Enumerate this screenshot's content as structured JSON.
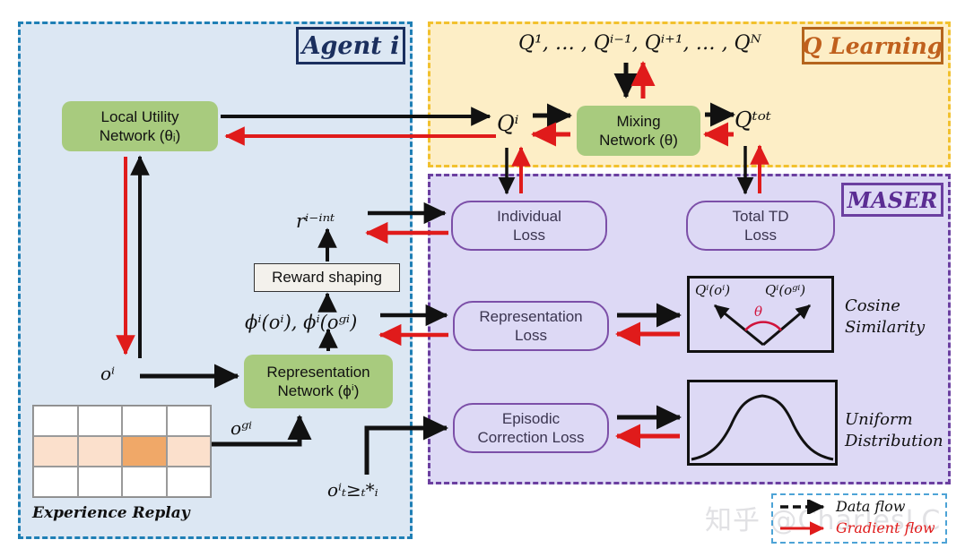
{
  "panels": {
    "agent": {
      "title": "Agent i",
      "color": "#1f7fb5",
      "bg": "#dce7f3"
    },
    "qlearning": {
      "title": "Q Learning",
      "color": "#f2c12e",
      "bg": "#fdeec6"
    },
    "maser": {
      "title": "MASER",
      "color": "#6b3fa0",
      "bg": "#ddd9f5"
    }
  },
  "boxes": {
    "local_utility_network": {
      "line1": "Local Utility",
      "line2": "Network (θᵢ)"
    },
    "representation_network": {
      "line1": "Representation",
      "line2": "Network (ϕⁱ)"
    },
    "mixing_network": {
      "line1": "Mixing",
      "line2": "Network (θ)"
    },
    "reward_shaping": {
      "label": "Reward shaping"
    },
    "individual_loss": {
      "line1": "Individual",
      "line2": "Loss"
    },
    "total_td_loss": {
      "line1": "Total TD",
      "line2": "Loss"
    },
    "representation_loss": {
      "line1": "Representation",
      "line2": "Loss"
    },
    "episodic_correction_loss": {
      "line1": "Episodic",
      "line2": "Correction Loss"
    }
  },
  "labels": {
    "q_list": "Q¹, … , Qⁱ⁻¹, Qⁱ⁺¹, … , Qᴺ",
    "q_i": "Qⁱ",
    "q_tot": "Qᵗᵒᵗ",
    "r_i_int": "rⁱ⁻ⁱⁿᵗ",
    "phi_pair": "ϕⁱ(oⁱ), ϕⁱ(oᵍⁱ)",
    "o_i": "oⁱ",
    "o_g_i": "oᵍⁱ",
    "o_t_geq": "oⁱₜ≥ₜ*ᵢ",
    "experience_replay": "Experience Replay",
    "cosine_similarity_line1": "Cosine",
    "cosine_similarity_line2": "Similarity",
    "uniform_distribution_line1": "Uniform",
    "uniform_distribution_line2": "Distribution"
  },
  "cosine_figure": {
    "left_vector_label": "Qⁱ(oⁱ)",
    "right_vector_label": "Qⁱ(oᵍⁱ)",
    "angle_label": "θ",
    "angle_color": "#d0143c"
  },
  "legend": {
    "data_flow": "Data flow",
    "gradient_flow": "Gradient flow",
    "data_flow_color": "#111111",
    "gradient_flow_color": "#e01b1b"
  },
  "watermark": {
    "text": "知乎 @CharlesLC"
  },
  "experience_replay_grid": {
    "rows": 3,
    "cols": 4,
    "cells": [
      [
        "#ffffff",
        "#ffffff",
        "#ffffff",
        "#ffffff"
      ],
      [
        "#fbe0cc",
        "#fbe0cc",
        "#f0a868",
        "#fbe0cc"
      ],
      [
        "#ffffff",
        "#ffffff",
        "#ffffff",
        "#ffffff"
      ]
    ]
  },
  "colors": {
    "data_flow": "#111111",
    "gradient_flow": "#e01b1b",
    "green_box": "#a8cb7e",
    "loss_box_border": "#7c4fa8"
  }
}
